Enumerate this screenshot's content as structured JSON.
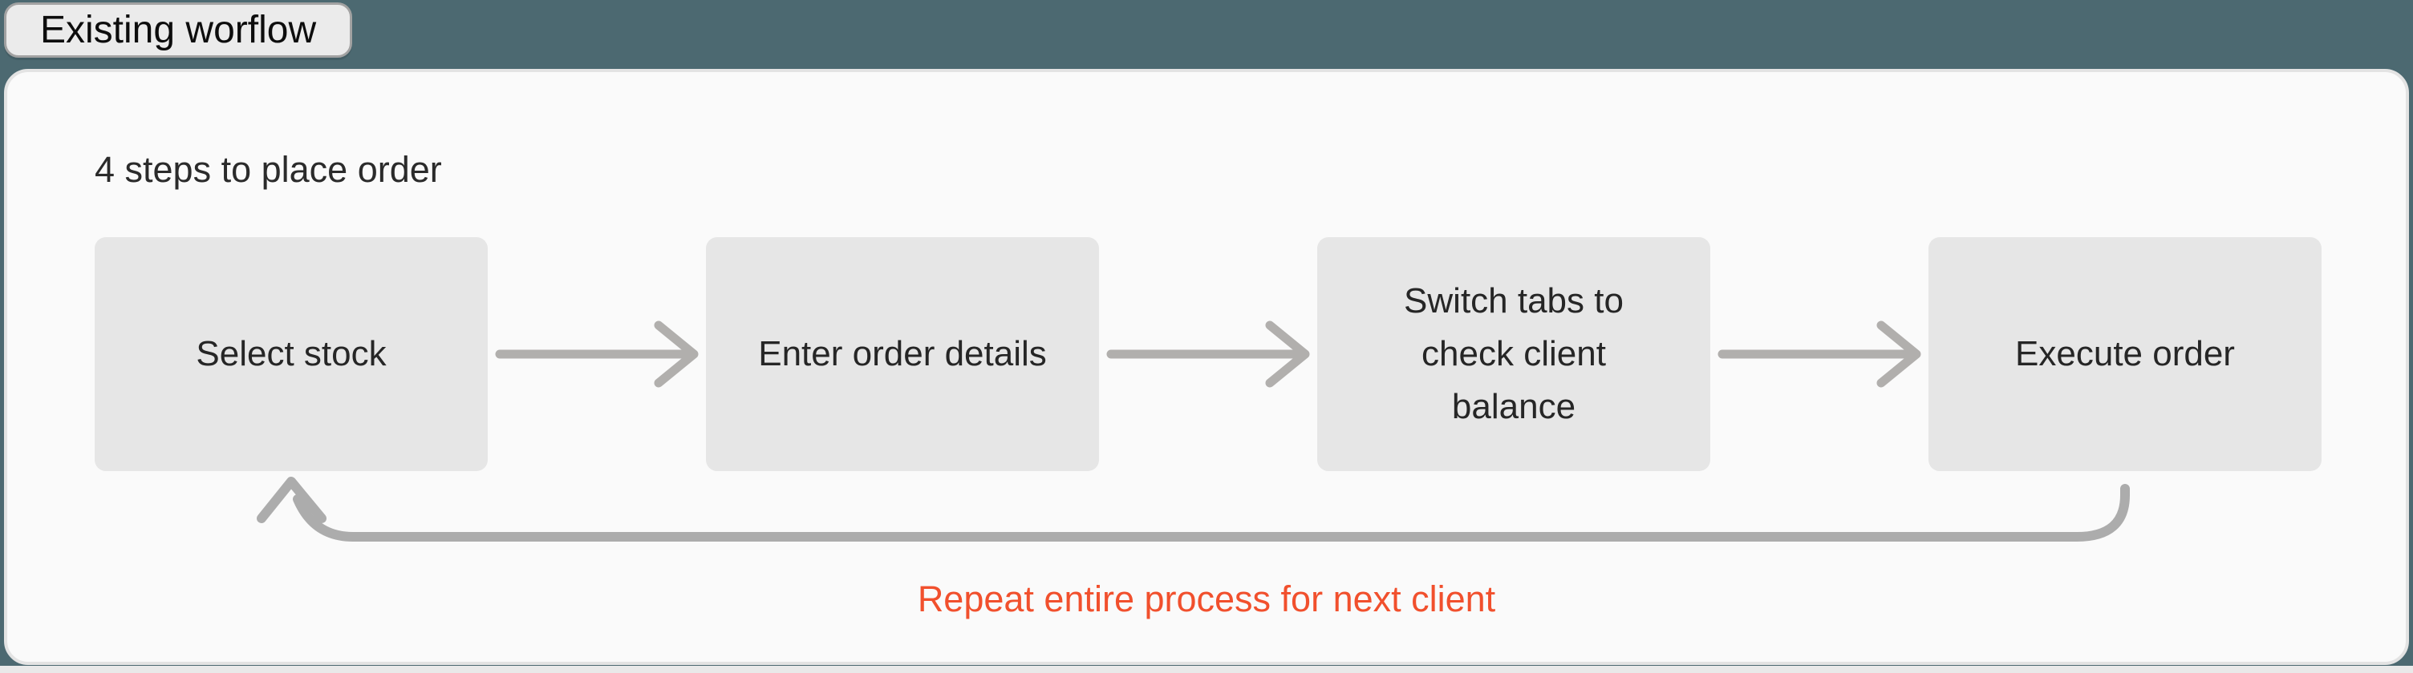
{
  "badge": {
    "label": "Existing worflow"
  },
  "workflow": {
    "title": "4 steps to place order",
    "steps": [
      {
        "label": "Select stock"
      },
      {
        "label": "Enter order details"
      },
      {
        "label": "Switch tabs to check client balance"
      },
      {
        "label": "Execute order"
      }
    ],
    "loop_note": "Repeat entire process for next client"
  },
  "colors": {
    "canvas_teal": "#4c6971",
    "card_background": "#fafafa",
    "card_border": "#e3e3e3",
    "step_box_background": "#e6e6e6",
    "arrow_gray": "#b1afad",
    "loop_arrow_gray": "#acacac",
    "loop_note_red": "#f1502d",
    "badge_background": "#ebebeb",
    "page_background": "#e9e9e9"
  }
}
